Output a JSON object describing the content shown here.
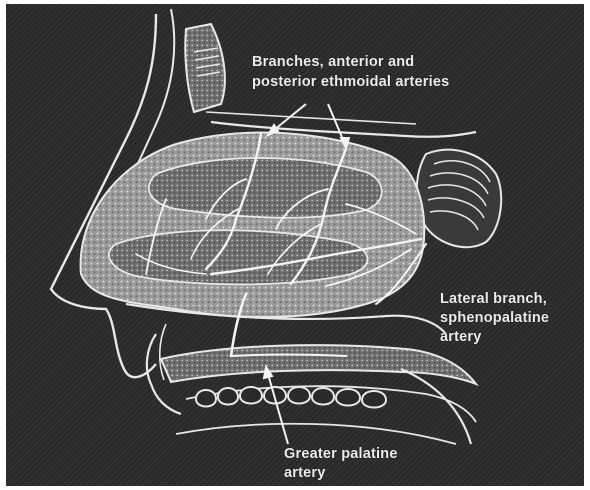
{
  "figure": {
    "background": "#2a2a2a",
    "line_color": "#e8e8e8",
    "labels": {
      "ethmoidal_line1": "Branches, anterior and",
      "ethmoidal_line2": "posterior ethmoidal arteries",
      "sphenopalatine_line1": "Lateral branch,",
      "sphenopalatine_line2": "sphenopalatine",
      "sphenopalatine_line3": "artery",
      "palatine_line1": "Greater palatine",
      "palatine_line2": "artery"
    }
  }
}
